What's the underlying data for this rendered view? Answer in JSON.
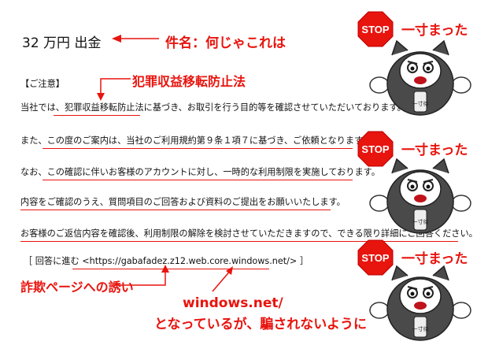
{
  "title": "32 万円 出金",
  "annotation_title": "件名：何じゃこれは",
  "notice_label": "【ご注意】",
  "law_annotation": "犯罪収益移転防止法",
  "paragraphs": [
    "当社では、犯罪収益移転防止法に基づき、お取引を行う目的等を確認させていただいております。",
    "また、この度のご案内は、当社のご利用規約第９条１項７に基づき、ご依頼となります。",
    "なお、この確認に伴いお客様のアカウントに対し、一時的な利用制限を実施しております。",
    "内容をご確認のうえ、質問項目のご回答および資料のご提出をお願いいたします。",
    "お客様のご返信内容を確認後、利用制限の解除を検討させていただきますので、できる限り詳細にご回答ください。"
  ],
  "link_line": "［ 回答に進む <https://gabafadez.z12.web.core.windows.net/> ］",
  "annotation_fraud": "詐欺ページへの誘い",
  "annotation_domain_1": "windows.net/",
  "annotation_domain_2": "となっているが、騙されないように",
  "stop_label": "STOP",
  "stop_caption": "一寸まった",
  "mascot_kanji": "一寸待",
  "colors": {
    "accent": "#e8140e",
    "text": "#111111"
  }
}
